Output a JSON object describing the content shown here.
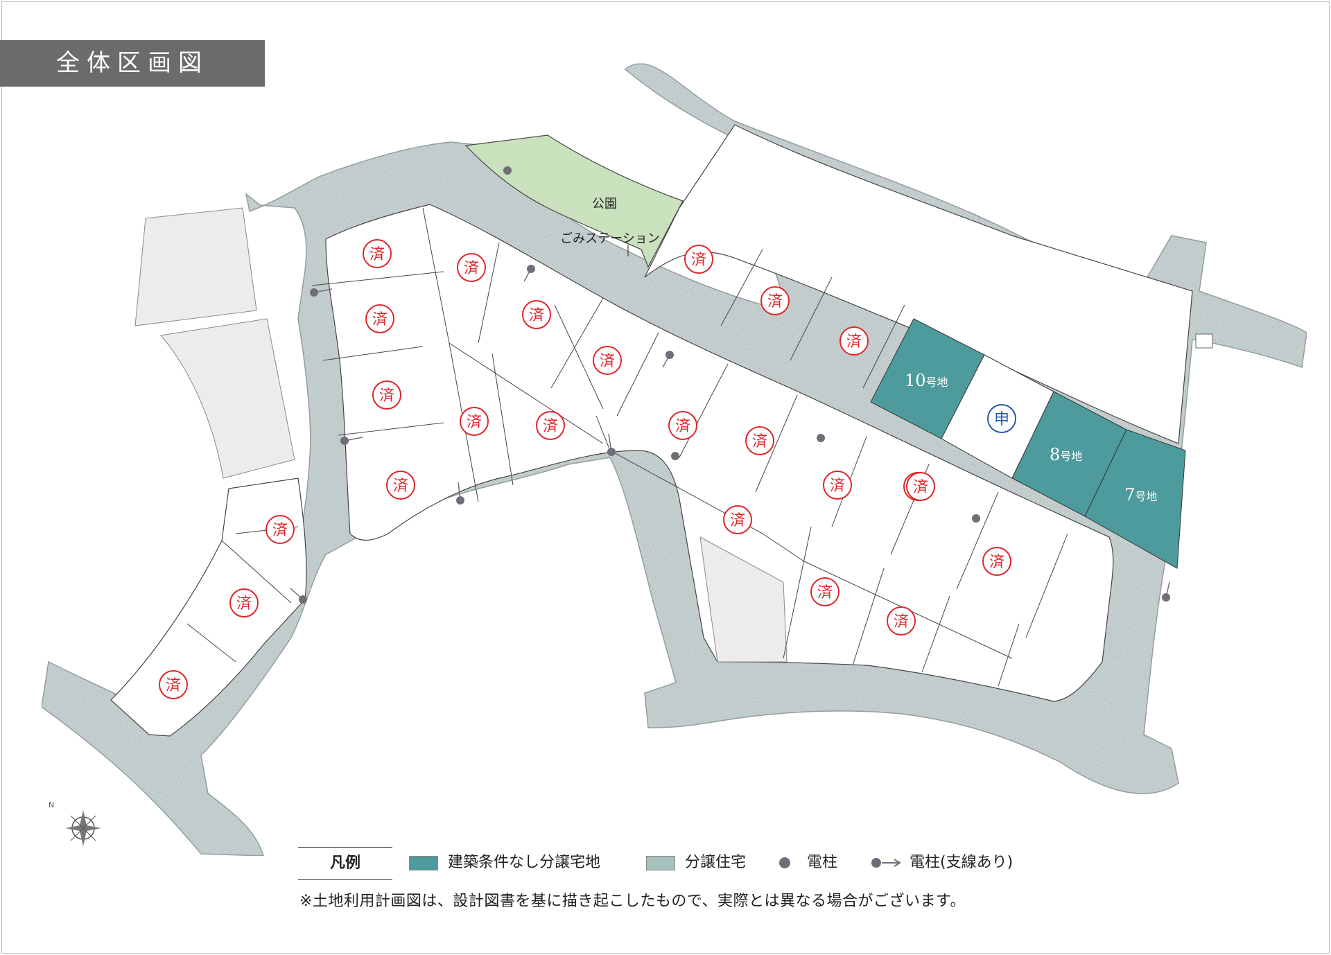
{
  "title": "全体区画図",
  "colors": {
    "road": "#cdd6d6",
    "road_edge": "#8e9a9a",
    "park": "#c9e2bd",
    "available_lot": "#4d9b9c",
    "house_lot": "#a7c2bd",
    "gray_lot": "#ecedea",
    "sold_mark": "#e0262b",
    "applied_mark": "#2659a8",
    "pole": "#6e6e78"
  },
  "park": {
    "label": "公園",
    "station_label": "ごみステーション"
  },
  "sold_mark": "済",
  "applied_mark": "申",
  "lots_available": [
    {
      "number": "10",
      "suffix": "号地"
    },
    {
      "number": "8",
      "suffix": "号地"
    },
    {
      "number": "7",
      "suffix": "号地"
    }
  ],
  "legend": {
    "title": "凡例",
    "items": [
      {
        "label": "建築条件なし分譲宅地",
        "icon": "teal-swatch"
      },
      {
        "label": "分譲住宅",
        "icon": "pale-green-swatch"
      },
      {
        "label": "電柱",
        "icon": "pole-dot"
      },
      {
        "label": "電柱(支線あり)",
        "icon": "pole-with-guy-wire-arrow"
      }
    ]
  },
  "note": "※土地利用計画図は、設計図書を基に描き起こしたもので、実際とは異なる場合がございます。",
  "compass": {
    "label": "N",
    "icon": "compass-rose-icon"
  }
}
